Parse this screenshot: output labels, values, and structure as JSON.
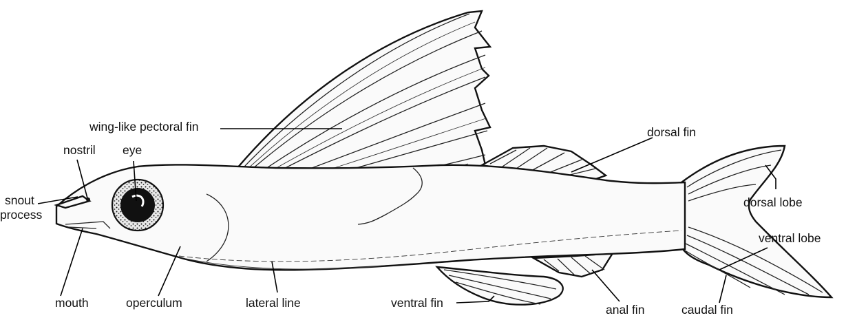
{
  "diagram": {
    "subject": "flying fish",
    "labels": {
      "wing_pectoral_fin": "wing-like pectoral fin",
      "dorsal_fin": "dorsal fin",
      "nostril": "nostril",
      "eye": "eye",
      "snout_process_1": "snout",
      "snout_process_2": "process",
      "dorsal_lobe": "dorsal  lobe",
      "ventral_lobe": "ventral lobe",
      "mouth": "mouth",
      "operculum": "operculum",
      "lateral_line": "lateral line",
      "ventral_fin": "ventral  fin",
      "anal_fin": "anal fin",
      "caudal_fin": "caudal fin"
    }
  }
}
